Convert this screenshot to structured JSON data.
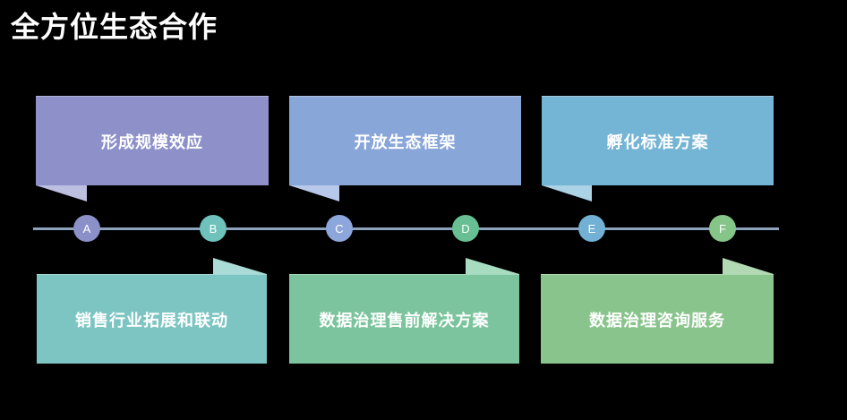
{
  "title": "全方位生态合作",
  "colors": {
    "background": "#000000",
    "text": "#ffffff",
    "timeline_line": "#8fa2bc"
  },
  "top_boxes": [
    {
      "label": "形成规模效应",
      "color": "#8d90c9",
      "tail_color": "#bcbfe0"
    },
    {
      "label": "开放生态框架",
      "color": "#89a6d8",
      "tail_color": "#b7c8ea"
    },
    {
      "label": "孵化标准方案",
      "color": "#74b4d4",
      "tail_color": "#abd2e5"
    }
  ],
  "bottom_boxes": [
    {
      "label": "销售行业拓展和联动",
      "color": "#7cc5c2",
      "tail_color": "#aadbd7"
    },
    {
      "label": "数据治理售前解决方案",
      "color": "#7cc49d",
      "tail_color": "#a8dcc0"
    },
    {
      "label": "数据治理咨询服务",
      "color": "#8ac48d",
      "tail_color": "#b2d9b3"
    }
  ],
  "timeline_nodes": [
    {
      "label": "A",
      "color": "#8c90c8"
    },
    {
      "label": "B",
      "color": "#6ec2bb"
    },
    {
      "label": "C",
      "color": "#8da7dc"
    },
    {
      "label": "D",
      "color": "#68bf93"
    },
    {
      "label": "E",
      "color": "#72b1d5"
    },
    {
      "label": "F",
      "color": "#85c588"
    }
  ]
}
